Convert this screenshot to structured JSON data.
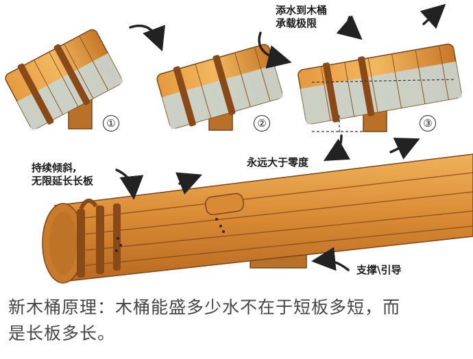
{
  "labels": {
    "top_note_line1": "添水到木桶",
    "top_note_line2": "承载极限",
    "zero_note": "永远大于零度",
    "left_note_line1": "持续倾斜,",
    "left_note_line2": "无限延长长板",
    "support_note": "支撑\\引导"
  },
  "stage_numbers": [
    "①",
    "②",
    "③"
  ],
  "caption": {
    "line1": "新木桶原理：木桶能盛多少水不在于短板多短，而",
    "line2": "是长板多长。"
  },
  "colors": {
    "wood_light": "#e8a24a",
    "wood_mid": "#c97a2a",
    "wood_dark": "#8a4a18",
    "water": "#c9d4cf",
    "text": "#1a1a1a"
  }
}
